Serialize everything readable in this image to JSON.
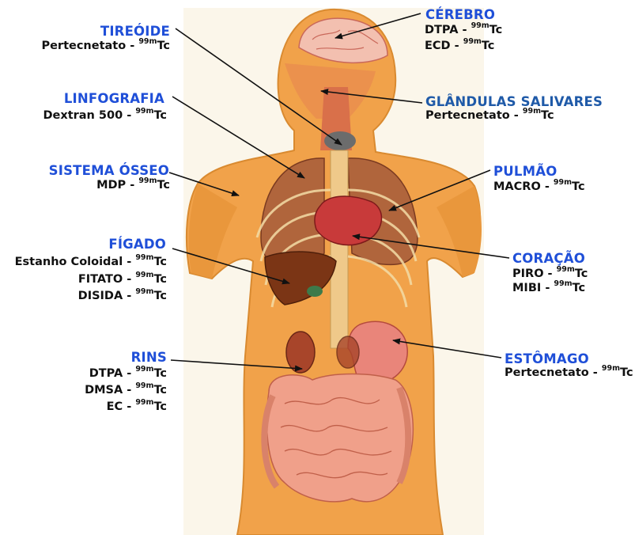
{
  "colors": {
    "organ_label": "#1f4fd8",
    "organ_label_alt": "#1f5aa8",
    "tracer": "#111111",
    "skin": "#f0a64a",
    "arrow": "#111111"
  },
  "isotope": "99m",
  "element": "Tc",
  "organs": {
    "tireoide": {
      "name": "TIREÓIDE",
      "tracers": [
        "Pertecnetato - "
      ]
    },
    "linfografia": {
      "name": "LINFOGRAFIA",
      "tracers": [
        "Dextran 500 - "
      ]
    },
    "sistema_osseo": {
      "name": "SISTEMA ÓSSEO",
      "tracers": [
        "MDP - "
      ]
    },
    "figado": {
      "name": "FÍGADO",
      "tracers": [
        "Estanho Coloidal - ",
        "FITATO - ",
        "DISIDA - "
      ]
    },
    "rins": {
      "name": "RINS",
      "tracers": [
        "DTPA - ",
        "DMSA - ",
        "EC - "
      ]
    },
    "cerebro": {
      "name": "CÉREBRO",
      "tracers": [
        "DTPA - ",
        "ECD - "
      ]
    },
    "glandulas": {
      "name": "GLÂNDULAS SALIVARES",
      "tracers": [
        "Pertecnetato - "
      ]
    },
    "pulmao": {
      "name": "PULMÃO",
      "tracers": [
        "MACRO - "
      ]
    },
    "coracao": {
      "name": "CORAÇÃO",
      "tracers": [
        "PIRO - ",
        "MIBI - "
      ]
    },
    "estomago": {
      "name": "ESTÔMAGO",
      "tracers": [
        "Pertecnetato - "
      ]
    }
  }
}
